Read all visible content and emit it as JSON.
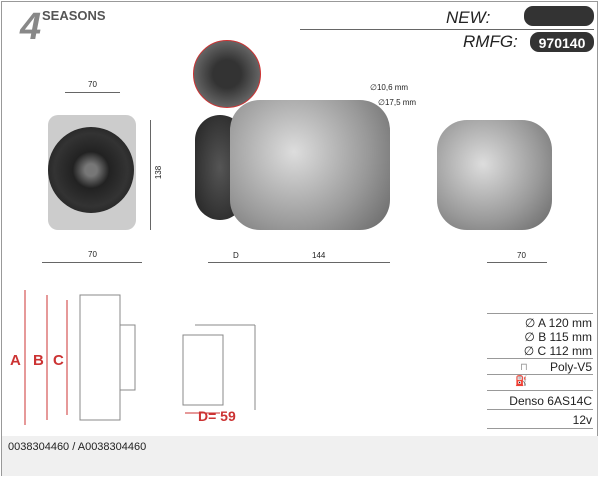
{
  "brand": "SEASONS",
  "header": {
    "new_label": "NEW:",
    "new_value": "",
    "rmfg_label": "RMFG:",
    "rmfg_value": "970140"
  },
  "dims": {
    "top_width": "70",
    "height": "138",
    "bottom_width": "70",
    "d_label": "D",
    "length": "144",
    "right_width": "70",
    "conn1": "∅10,6 mm",
    "conn2": "∅17,5 mm",
    "a": "A",
    "b": "B",
    "c": "C",
    "d_value": "D= 59"
  },
  "specs": {
    "a": "∅ A 120 mm",
    "b": "∅ B 115 mm",
    "c": "∅ C 112 mm",
    "belt": "Poly-V5",
    "oil": "",
    "model": "Denso 6AS14C",
    "voltage": "12v"
  },
  "footer": {
    "refs": "0038304460 / A0038304460"
  }
}
